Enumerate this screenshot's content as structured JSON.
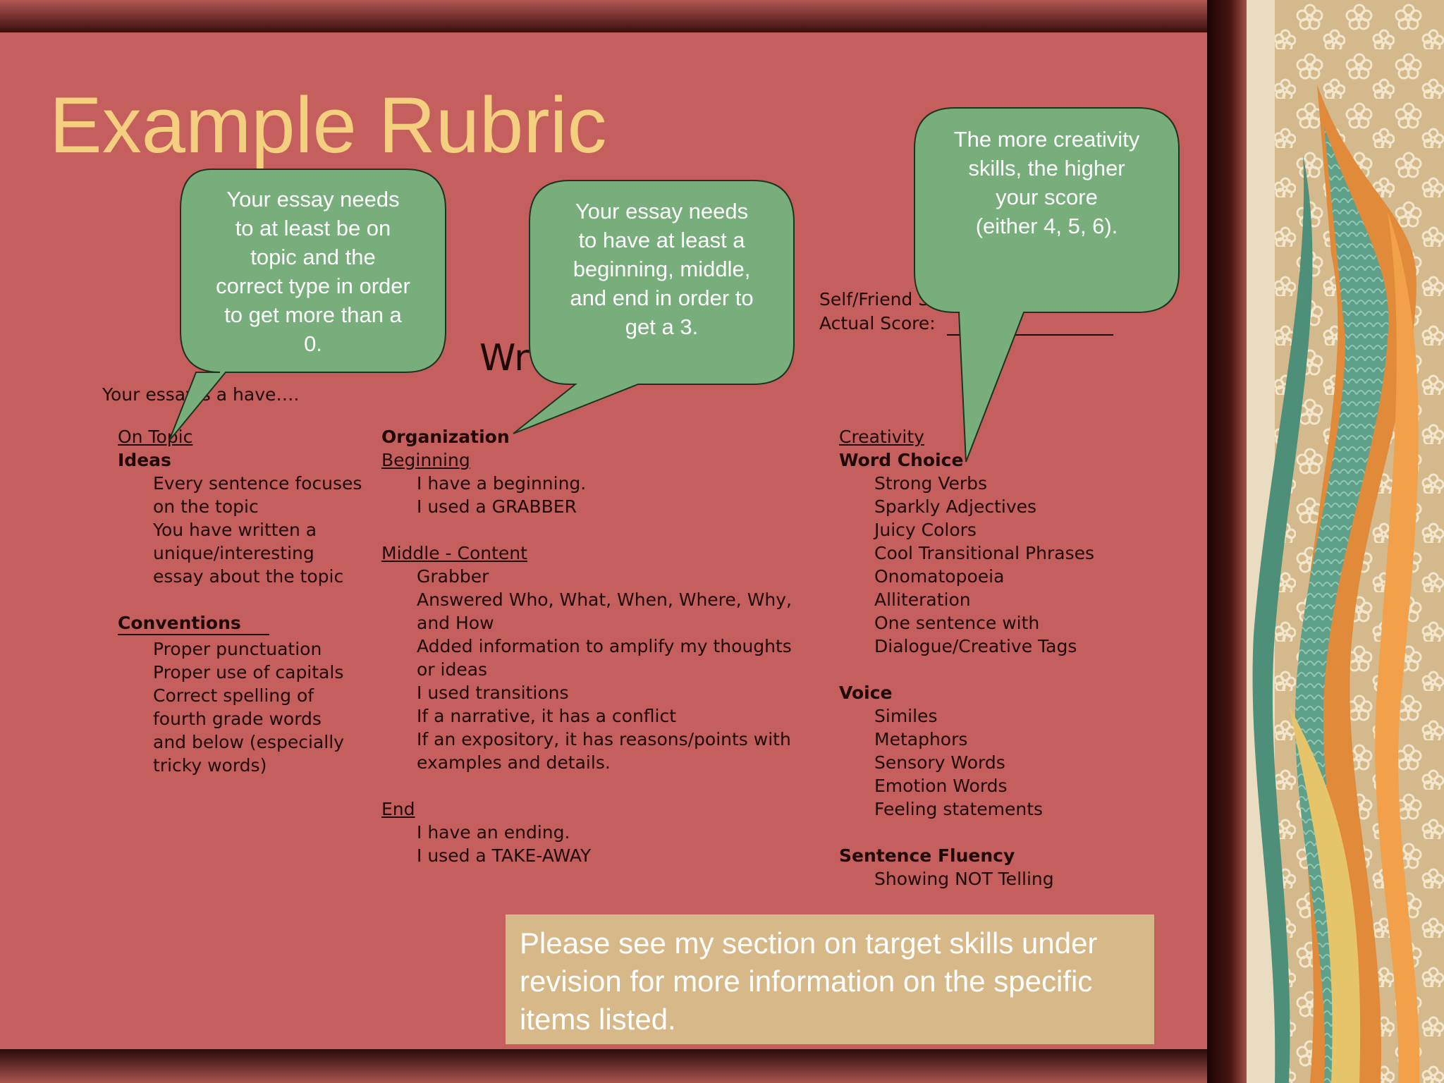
{
  "slide": {
    "title": "Example Rubric",
    "heading_fragment": "Wr",
    "intro_fragment": "Your essay s      a have….",
    "score": {
      "self_label": "Self/Friend Sc",
      "actual_label": "Actual Score: "
    },
    "col1": {
      "ontopic": "On Topic",
      "ideas": "Ideas",
      "ideas_items": [
        "Every sentence focuses",
        "on the topic",
        "You have written a",
        "unique/interesting",
        "essay about the topic"
      ],
      "conventions": "Conventions",
      "conventions_items": [
        "Proper punctuation",
        "Proper use of capitals",
        "Correct spelling of",
        "fourth grade words",
        "and below (especially",
        "tricky words)"
      ]
    },
    "col2": {
      "organization": "Organization",
      "beginning": "Beginning",
      "beginning_items": [
        "I have a beginning.",
        "I used a GRABBER"
      ],
      "middle": "Middle - Content",
      "middle_items": [
        "Grabber",
        "Answered Who, What, When, Where, Why,",
        "and How",
        "Added information to amplify my thoughts",
        "or ideas",
        "I used transitions",
        "If a narrative, it has a conflict",
        "If an expository, it has reasons/points with",
        "examples and details."
      ],
      "end": "End",
      "end_items": [
        "I have an ending.",
        "I used a TAKE-AWAY"
      ]
    },
    "col3": {
      "creativity": "Creativity",
      "word_choice": "Word Choice",
      "word_choice_items": [
        "Strong Verbs",
        "Sparkly Adjectives",
        "Juicy Colors",
        "Cool Transitional Phrases",
        "Onomatopoeia",
        "Alliteration",
        "One sentence with",
        "Dialogue/Creative Tags"
      ],
      "voice": "Voice",
      "voice_items": [
        "Similes",
        "Metaphors",
        "Sensory Words",
        "Emotion Words",
        "Feeling statements"
      ],
      "fluency": "Sentence Fluency",
      "fluency_items": [
        "Showing NOT Telling"
      ]
    },
    "bubbles": {
      "left": "Your essay needs\nto at least be on\ntopic and the\ncorrect type in order\nto get more than a\n0.",
      "middle": "Your essay needs\nto have at least a\nbeginning, middle,\nand end in order to\nget a 3.",
      "right": "The more creativity\nskills, the higher\nyour score\n(either 4, 5, 6)."
    },
    "note": "Please see my section on target skills under revision for more information on the specific items listed."
  },
  "colors": {
    "panel": "#c45f5d",
    "title": "#f3cf7f",
    "bubble": "#78ae7c",
    "note": "#d7b989"
  }
}
